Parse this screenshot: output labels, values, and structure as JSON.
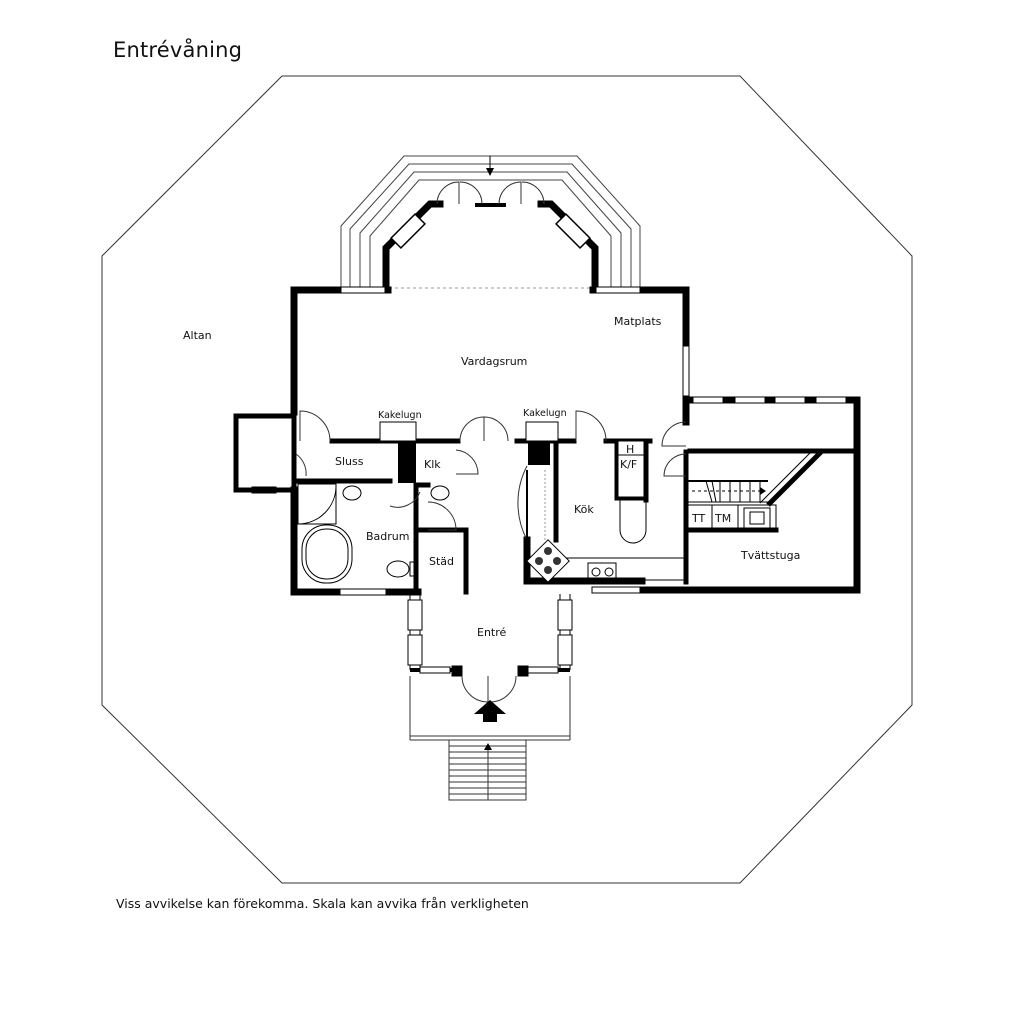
{
  "title": "Entrévåning",
  "disclaimer": "Viss avvikelse kan förekomma. Skala kan avvika från verkligheten",
  "rooms": {
    "altan": "Altan",
    "matplats": "Matplats",
    "vardagsrum": "Vardagsrum",
    "kakelugn_left": "Kakelugn",
    "kakelugn_right": "Kakelugn",
    "sluss": "Sluss",
    "klk": "Klk",
    "kok": "Kök",
    "h": "H",
    "kf": "K/F",
    "badrum": "Badrum",
    "stad": "Städ",
    "tt": "TT",
    "tm": "TM",
    "tvattstuga": "Tvättstuga",
    "entre": "Entré"
  }
}
